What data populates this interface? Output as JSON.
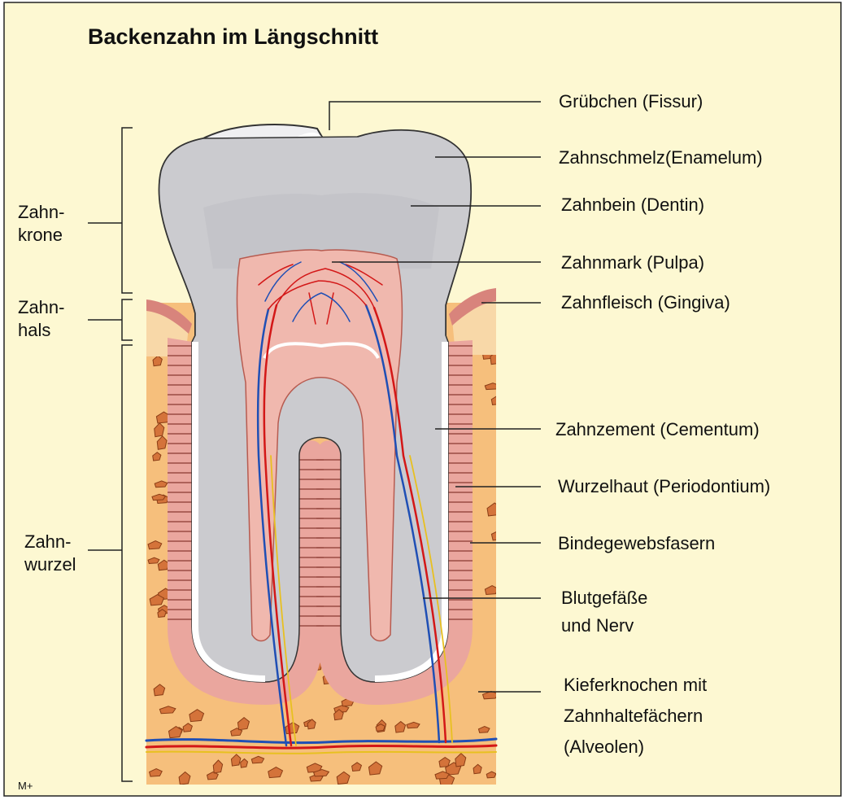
{
  "title": "Backenzahn im Längschnitt",
  "colors": {
    "background": "#fdf8d2",
    "bone": "#f6bf7c",
    "bone_cell": "#d4733a",
    "enamel": "#efeff1",
    "dentin": "#cbcbcf",
    "pulp": "#f0b8ae",
    "gum": "#d8847c",
    "vein": "#1f4fb5",
    "artery": "#d31717",
    "nerve": "#e8c020"
  },
  "left_labels": {
    "crown": [
      "Zahn-",
      "krone"
    ],
    "neck": [
      "Zahn-",
      "hals"
    ],
    "root": [
      "Zahn-",
      "wurzel"
    ]
  },
  "right_labels": {
    "fissure": "Grübchen  (Fissur)",
    "enamel": "Zahnschmelz(Enamelum)",
    "dentin": "Zahnbein  (Dentin)",
    "pulp": "Zahnmark  (Pulpa)",
    "gingiva": "Zahnfleisch  (Gingiva)",
    "cementum": "Zahnzement  (Cementum)",
    "periodontium": "Wurzelhaut  (Periodontium)",
    "fibers": "Bindegewebsfasern",
    "vessels": [
      "Blutgefäße",
      "und Nerv"
    ],
    "bone": [
      "Kieferknochen mit",
      "Zahnhaltefächern",
      "(Alveolen)"
    ]
  },
  "corner_mark": "M+"
}
